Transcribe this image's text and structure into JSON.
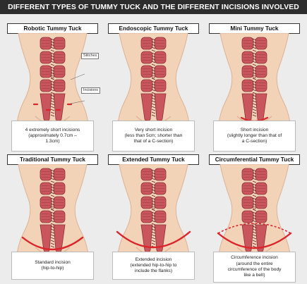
{
  "title": "DIFFERENT TYPES OF TUMMY TUCK AND THE DIFFERENT INCISIONS INVOLVED",
  "annotations": {
    "stitches": "Stitches",
    "incisions": "Incisions"
  },
  "colors": {
    "skin": "#f3d3b8",
    "skin_shade": "#deb194",
    "muscle": "#c9565d",
    "muscle_dark": "#8c2f37",
    "incision": "#d9262c"
  },
  "panels": [
    {
      "title": "Robotic Tummy Tuck",
      "caption": [
        "4 extremely short incisions",
        "(approximately 0.7cm –",
        "1.3cm)"
      ],
      "incision": "four-short"
    },
    {
      "title": "Endoscopic Tummy Tuck",
      "caption": [
        "Very short incision",
        "(less than 5cm; shorter than",
        "that of a C-section)"
      ],
      "incision": "very-short"
    },
    {
      "title": "Mini Tummy Tuck",
      "caption": [
        "Short incision",
        "(slightly longer than that of",
        "a C-section)"
      ],
      "incision": "short"
    },
    {
      "title": "Traditional Tummy Tuck",
      "caption": [
        "Standard incision",
        "(hip-to-hip)"
      ],
      "incision": "hip-to-hip"
    },
    {
      "title": "Extended Tummy Tuck",
      "caption": [
        "Extended incision",
        "(extended hip-to-hip to",
        "include the flanks)"
      ],
      "incision": "extended"
    },
    {
      "title": "Circumferential Tummy Tuck",
      "caption": [
        "Circumference incision",
        "(around the entire",
        "circumference of the body",
        "like a belt)"
      ],
      "incision": "circumferential"
    }
  ]
}
